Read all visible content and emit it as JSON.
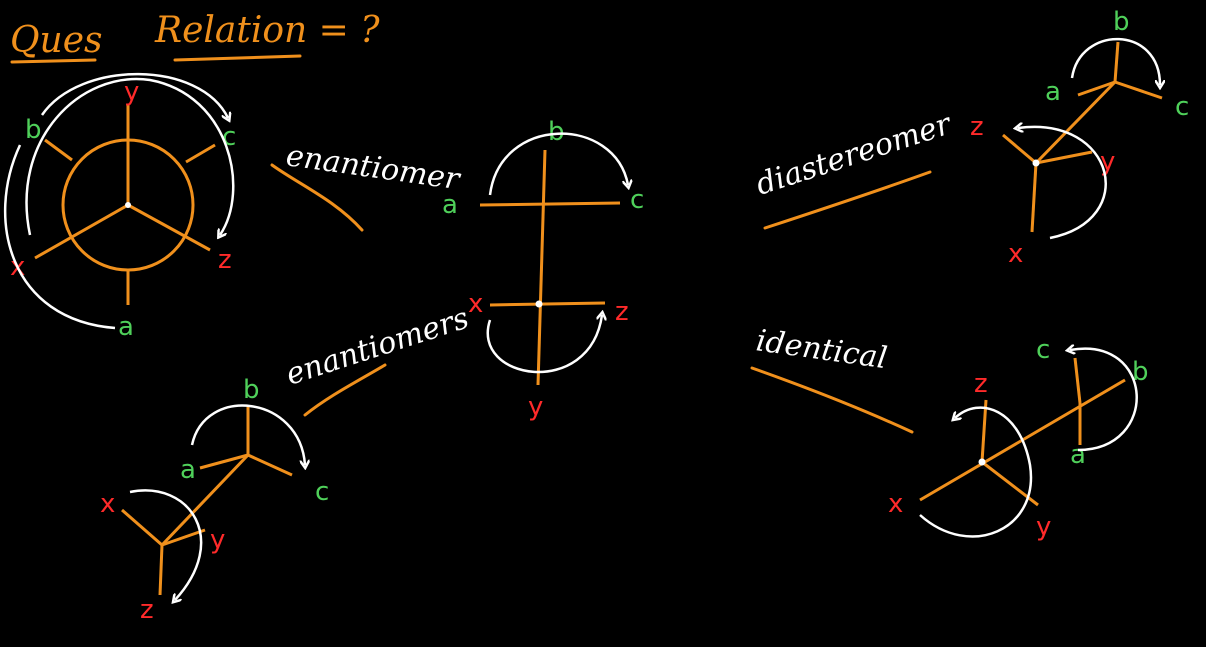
{
  "colors": {
    "background": "#000000",
    "bond": "#f0901c",
    "arrow": "#ffffff",
    "green_label": "#4fd05a",
    "red_label": "#ff2a2a",
    "title": "#f0901c"
  },
  "title": {
    "ques": "Ques",
    "relation": "Relation = ?"
  },
  "relations": {
    "top_left": "enantiomer",
    "bottom_left": "enantiomers",
    "top_right": "diastereomer",
    "bottom_right": "identical"
  },
  "structures": {
    "newman": {
      "top": "y",
      "upper_left": "b",
      "upper_right": "c",
      "lower_left": "x",
      "lower_right": "z",
      "bottom": "a"
    },
    "fischer": {
      "top": "b",
      "left_top": "a",
      "right_top": "c",
      "left_bottom": "x",
      "right_bottom": "z",
      "bottom": "y"
    },
    "sawhorse_1": {
      "top": "b",
      "front_left": "a",
      "front_right": "c",
      "back_left": "x",
      "back_bottom": "z",
      "back_right": "y"
    },
    "sawhorse_2": {
      "top": "b",
      "front_left": "a",
      "front_right": "c",
      "back_left": "z",
      "back_bottom": "x",
      "back_right": "y"
    },
    "sawhorse_3": {
      "front_top": "c",
      "front_right": "b",
      "front_bottom": "a",
      "back_top": "z",
      "back_left": "x",
      "back_bottom": "y"
    }
  }
}
